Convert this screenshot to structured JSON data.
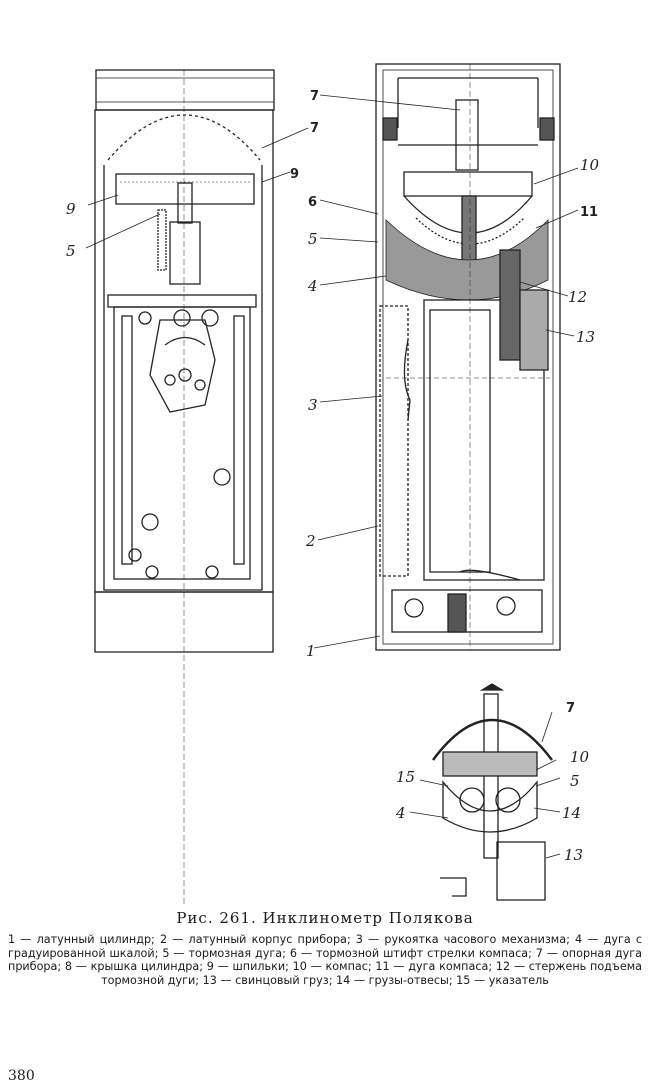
{
  "figure": {
    "left_labels": [
      "9",
      "5",
      "7",
      "9"
    ],
    "center_labels": [
      "7",
      "6",
      "5",
      "4",
      "3",
      "2",
      "1"
    ],
    "right_labels": [
      "10",
      "11",
      "12",
      "13"
    ],
    "detail_labels": [
      "7",
      "10",
      "5",
      "15",
      "4",
      "14",
      "13"
    ]
  },
  "caption": {
    "title": "Рис. 261. Инклинометр Полякова",
    "body": "1 — латунный цилиндр; 2 — латунный корпус прибора; 3 — рукоятка часового механизма; 4 — дуга с градуированной шкалой; 5 — тормозная дуга; 6 — тормозной штифт стрелки компаса; 7 — опорная дуга прибора; 8 — крышка цилиндра; 9 — шпильки; 10 — компас; 11 — дуга компаса; 12 — стержень подъема тормозной дуги; 13 — свинцовый груз; 14 — грузы-отвесы; 15 — указатель"
  },
  "page_number": "380"
}
